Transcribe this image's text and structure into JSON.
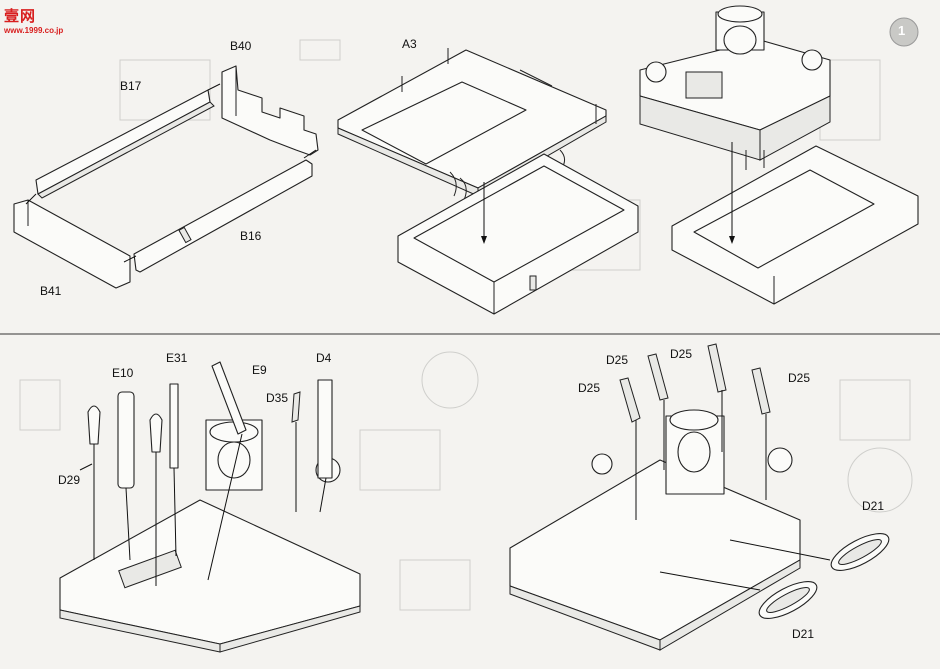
{
  "watermark": {
    "chars": "壹网",
    "url": "www.1999.co.jp"
  },
  "step_number": "1",
  "labels": {
    "b40": "B40",
    "b17": "B17",
    "b16": "B16",
    "b41": "B41",
    "a3": "A3",
    "e10": "E10",
    "e31": "E31",
    "e9": "E9",
    "d4": "D4",
    "d35": "D35",
    "d29": "D29",
    "d25_a": "D25",
    "d25_b": "D25",
    "d25_c": "D25",
    "d25_d": "D25",
    "d21_a": "D21",
    "d21_b": "D21"
  }
}
